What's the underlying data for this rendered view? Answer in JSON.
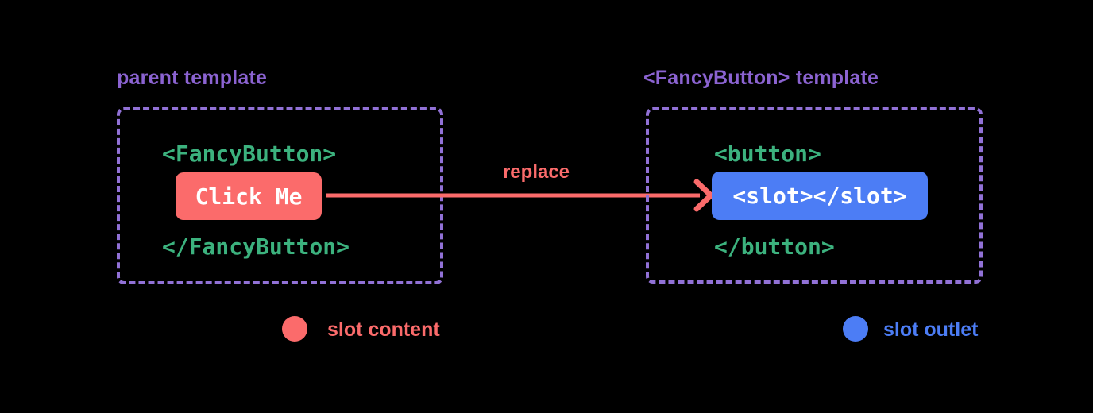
{
  "diagram": {
    "left_panel": {
      "title": "parent template",
      "open_tag": "<FancyButton>",
      "button_label": "Click Me",
      "close_tag": "</FancyButton>"
    },
    "arrow": {
      "label": "replace"
    },
    "right_panel": {
      "title": "<FancyButton> template",
      "open_tag": "<button>",
      "slot_tag": "<slot></slot>",
      "close_tag": "</button>"
    },
    "legend": {
      "content": {
        "label": "slot content"
      },
      "outlet": {
        "label": "slot outlet"
      }
    },
    "colors": {
      "background": "#000000",
      "title_purple": "#8b63d1",
      "border_purple": "#9171d6",
      "code_green": "#3cb27e",
      "accent_red": "#fb6b6b",
      "accent_blue": "#4c7df5",
      "text_white": "#ffffff"
    }
  }
}
